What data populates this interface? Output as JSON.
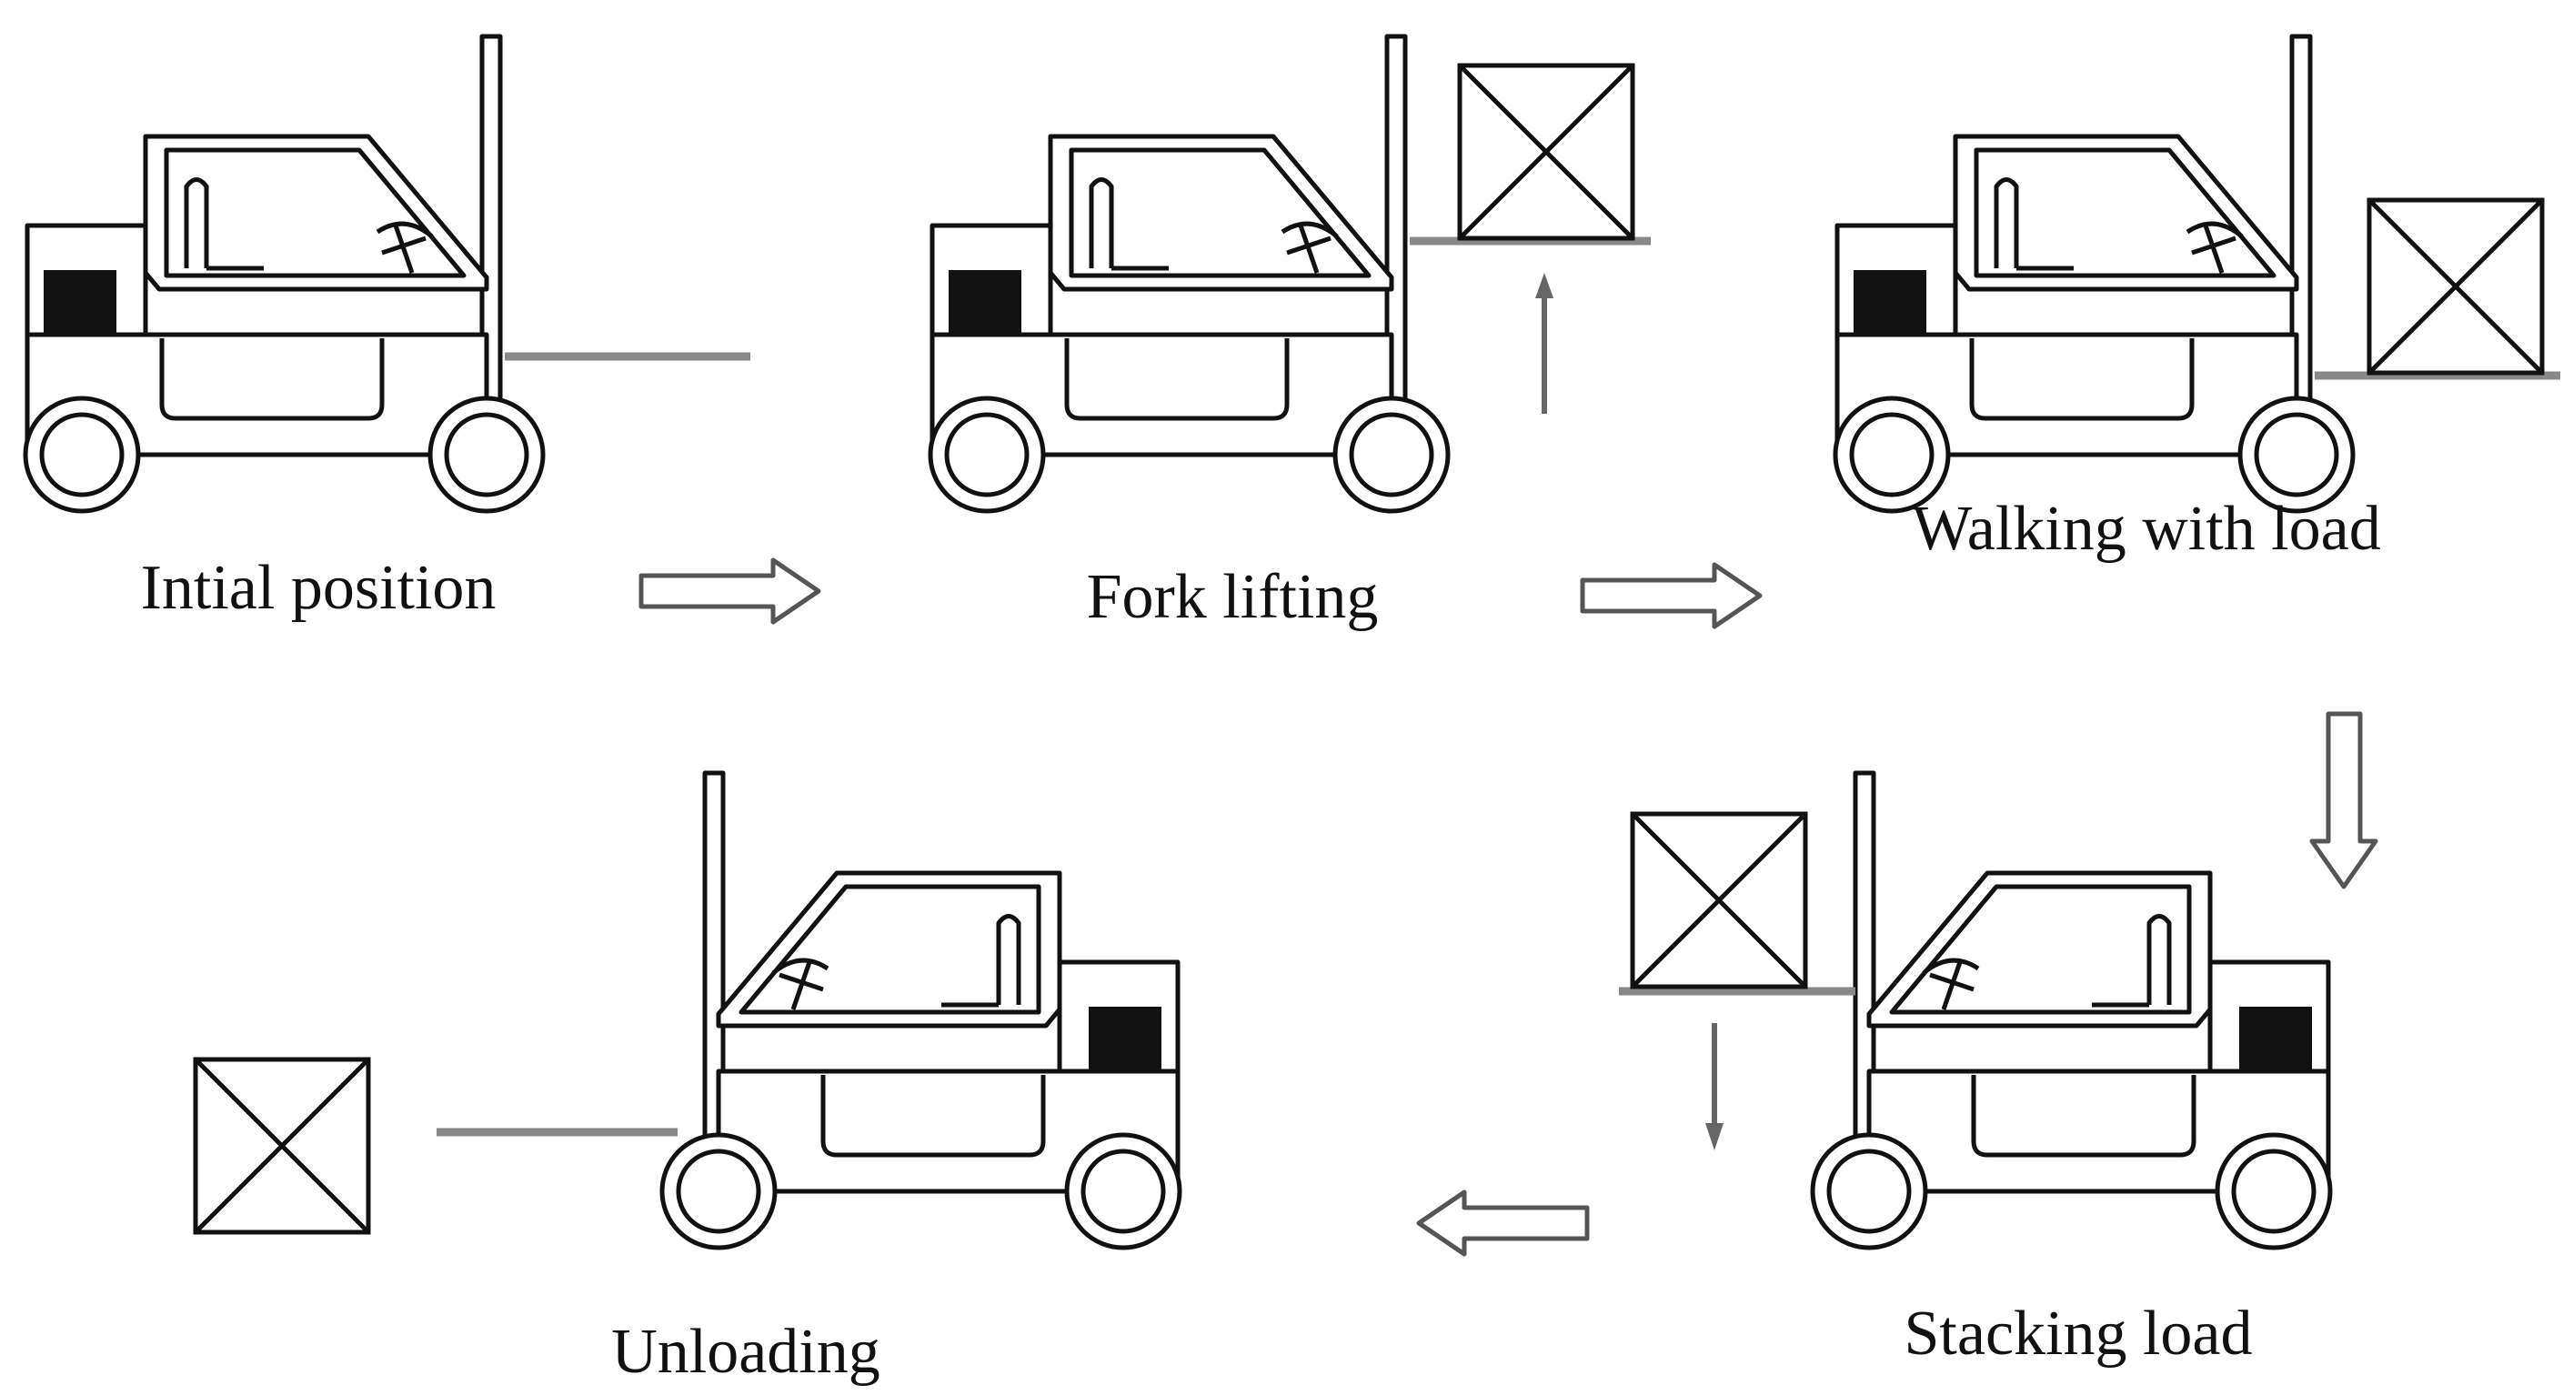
{
  "stages": [
    {
      "id": "initial",
      "label": "Intial position"
    },
    {
      "id": "lift",
      "label": "Fork lifting"
    },
    {
      "id": "walk",
      "label": "Walking with load"
    },
    {
      "id": "stack",
      "label": "Stacking load"
    },
    {
      "id": "unload",
      "label": "Unloading"
    }
  ],
  "colors": {
    "stroke": "#111111",
    "fork": "#888888",
    "arrow_outline": "#555555",
    "background": "#ffffff"
  },
  "icons": [
    "forklift-icon",
    "load-box-icon",
    "flow-arrow-icon",
    "motion-arrow-icon"
  ]
}
